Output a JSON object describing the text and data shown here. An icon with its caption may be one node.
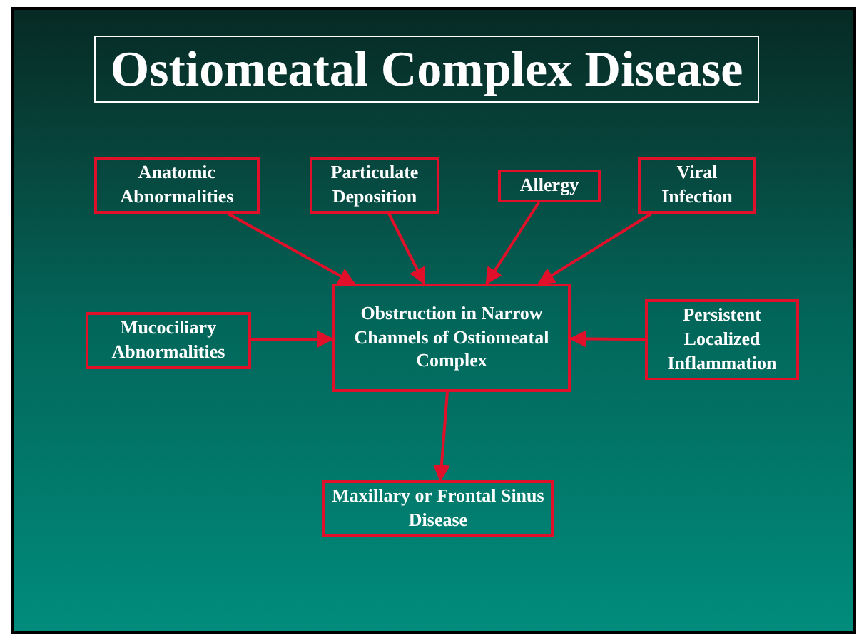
{
  "diagram": {
    "title": "Ostiomeatal Complex Disease",
    "nodes": [
      {
        "text": [
          "Anatomic Abnormalities"
        ]
      },
      {
        "text": [
          "Particulate Deposition"
        ]
      },
      {
        "text": [
          "Allergy"
        ]
      },
      {
        "text": [
          "Viral Infection"
        ]
      },
      {
        "text": [
          "Obstruction in Narrow Channels of Ostiomeatal Complex"
        ]
      },
      {
        "text": [
          "Mucociliary Abnormalities"
        ]
      },
      {
        "text": [
          "Persistent Localized Inflammation"
        ]
      },
      {
        "text": [
          "Maxillary or Frontal Sinus Disease"
        ]
      }
    ],
    "edges": [
      {
        "from": 0,
        "to": 4,
        "arrow": "to"
      },
      {
        "from": 1,
        "to": 4,
        "arrow": "to"
      },
      {
        "from": 2,
        "to": 4,
        "arrow": "to"
      },
      {
        "from": 3,
        "to": 4,
        "arrow": "to"
      },
      {
        "from": 5,
        "to": 4,
        "arrow": "to"
      },
      {
        "from": 6,
        "to": 4,
        "arrow": "to"
      },
      {
        "from": 4,
        "to": 7,
        "arrow": "to"
      }
    ]
  }
}
